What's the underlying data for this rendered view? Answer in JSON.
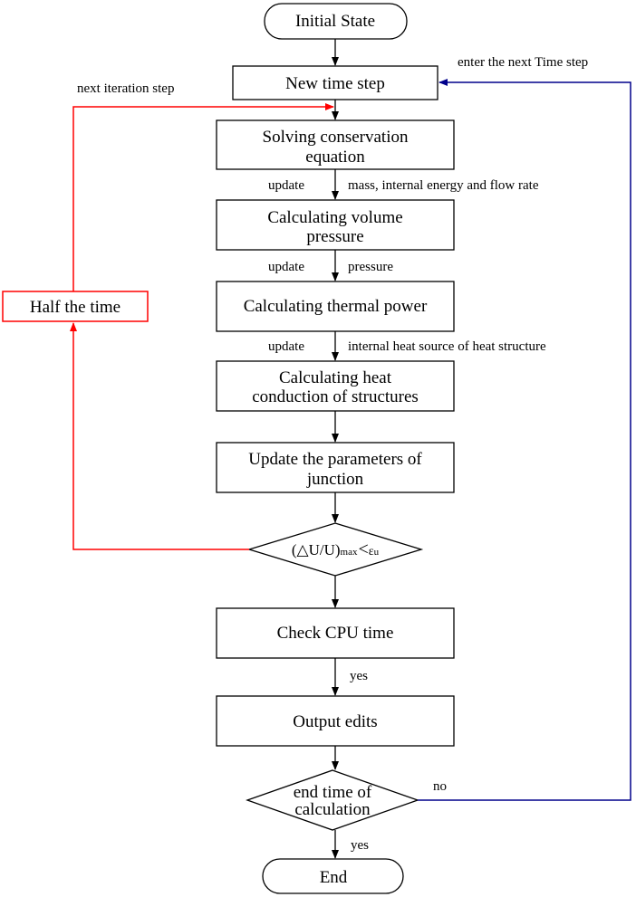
{
  "nodes": {
    "initial_state": "Initial State",
    "new_time_step": "New time step",
    "solving": [
      "Solving conservation",
      "equation"
    ],
    "volume_pressure": [
      "Calculating volume",
      "pressure"
    ],
    "thermal_power": "Calculating thermal power",
    "heat_conduction": [
      "Calculating  heat",
      "conduction of structures"
    ],
    "update_junction": [
      "Update the parameters of",
      "junction"
    ],
    "convergence_check": {
      "main": "(△U/U)",
      "sub1": "max",
      "lt": "<",
      "eps": "ε",
      "sub2": "u"
    },
    "check_cpu": "Check CPU time",
    "output_edits": "Output edits",
    "end_check": [
      "end time of",
      "calculation"
    ],
    "end": "End",
    "half_time": "Half the time"
  },
  "edges": {
    "next_time_step": "enter the next Time step",
    "next_iteration": "next iteration step",
    "update_1": "update",
    "update_1_detail": "mass, internal energy and flow rate",
    "update_2": "update",
    "update_2_detail": "pressure",
    "update_3": "update",
    "update_3_detail": "internal heat source of heat structure",
    "yes_cpu": "yes",
    "no_end": "no",
    "yes_end": "yes"
  },
  "colors": {
    "main": "#000000",
    "iteration_loop": "#ff0000",
    "time_loop": "#00008b"
  }
}
